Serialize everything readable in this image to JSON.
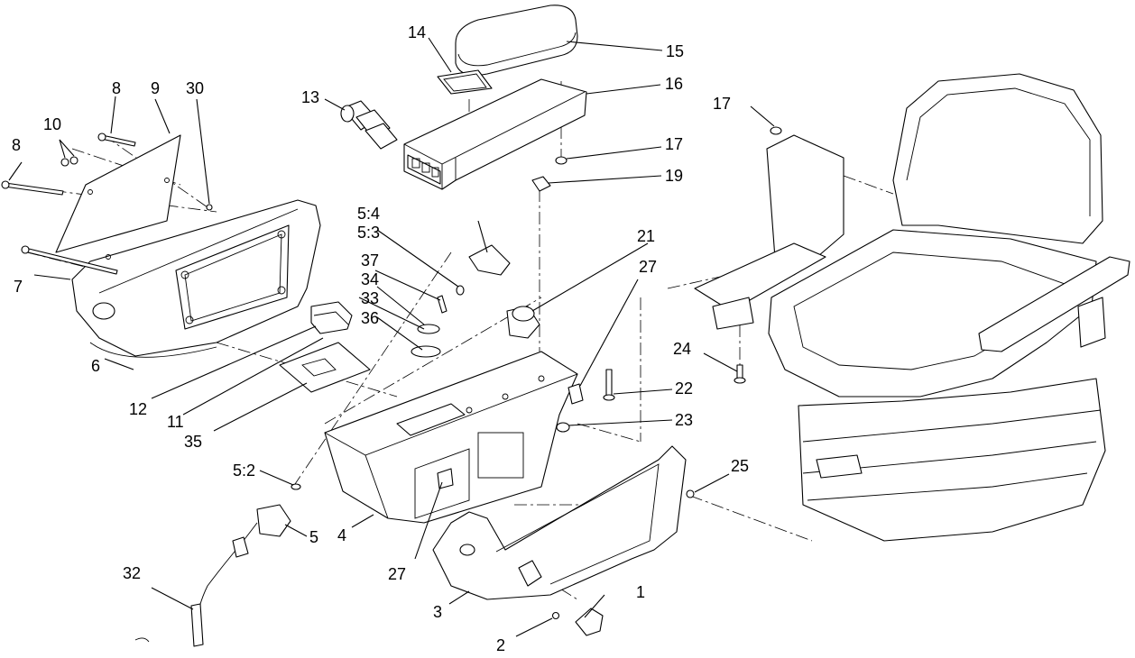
{
  "callouts": {
    "c1": "1",
    "c2": "2",
    "c3": "3",
    "c4": "4",
    "c5": "5",
    "c5_2": "5:2",
    "c5_3": "5:3",
    "c5_4": "5:4",
    "c6": "6",
    "c7": "7",
    "c8a": "8",
    "c8b": "8",
    "c9": "9",
    "c10": "10",
    "c11": "11",
    "c12": "12",
    "c13": "13",
    "c14": "14",
    "c15": "15",
    "c16": "16",
    "c17a": "17",
    "c17b": "17",
    "c19": "19",
    "c21": "21",
    "c22": "22",
    "c23": "23",
    "c24": "24",
    "c25": "25",
    "c27a": "27",
    "c27b": "27",
    "c30": "30",
    "c32": "32",
    "c33": "33",
    "c34": "34",
    "c35": "35",
    "c36": "36",
    "c37": "37"
  },
  "colors": {
    "ink": "#000000",
    "paper": "#ffffff"
  }
}
